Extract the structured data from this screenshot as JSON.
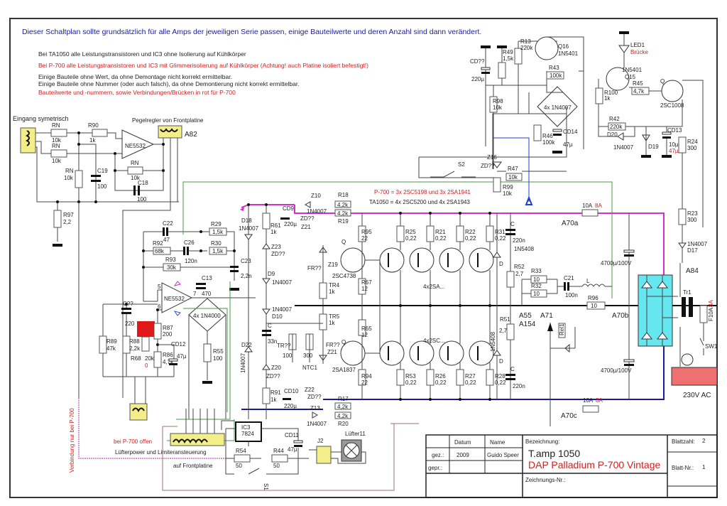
{
  "header": {
    "intro": "Dieser Schaltplan sollte grundsätzlich für alle Amps der jeweiligen Serie passen, einige Bauteilwerte und deren Anzahl sind dann verändert.",
    "notes": [
      {
        "text": "Bei TA1050 alle Leistungstransistoren und IC3 ohne Isolierung auf Kühlkörper",
        "color": "#222222"
      },
      {
        "text": "Bei P-700 alle Leistungstransistoren und IC3 mit Glimmerisolierung auf Kühlkörper (Achtung! auch Platine isoliert befestigt!)",
        "color": "#d02020"
      },
      {
        "text": "Einige Bauteile ohne Wert, da ohne Demontage nicht korrekt ermittelbar.",
        "color": "#222222"
      },
      {
        "text": "Einige Bauteile ohne Nummer (oder auch falsch), da ohne Demontierung nicht korrekt ermittelbar.",
        "color": "#222222"
      },
      {
        "text": "Bauteilwerte und -nummern, sowie Verbindungen/Brücken in rot für P-700",
        "color": "#d02020"
      }
    ]
  },
  "labels": {
    "input": "Eingang symetrisch",
    "level": "Pegelregler von Frontplatine",
    "a82": "A82",
    "transistors_p700": "P-700 = 3x 2SC5198 und 3x 2SA1941",
    "transistors_ta1050": "TA1050 = 4x 2SC5200 und 4x 2SA1943",
    "upper_array": "4x2SA...",
    "lower_array": "4x2SC...",
    "p700_open": "bei P-700 offen",
    "fan_limiter": "Lüfterpower und Limiteransteuerung",
    "front_board": "auf Frontplatine",
    "p700_only": "Verbindung nur bei P-700",
    "mains": "230V AC",
    "fan": "Lüfter11",
    "a70a": "A70a",
    "a70b": "A70b",
    "a70c": "A70c",
    "a55": "A55",
    "a154": "A154",
    "a71": "A71",
    "a84": "A84",
    "fuse_a": "10A",
    "fuse_a_p700": "8A",
    "fuse_c": "10A",
    "fuse_c_p700": "8A",
    "fuse_main": "F10A",
    "fuse_main_p700": "8A",
    "cap_big_1": "4700µ/100V",
    "cap_big_2": "4700µ/100V",
    "tr1": "Tr1",
    "sw1": "SW1",
    "rel1": "Rel1"
  },
  "components": {
    "rn1": [
      "RN",
      "10k"
    ],
    "rn2": [
      "RN",
      "10k"
    ],
    "rn3": [
      "RN",
      "10k"
    ],
    "rn4": [
      "RN",
      "10k"
    ],
    "r90": [
      "R90",
      "1k"
    ],
    "c19": [
      "C19",
      "100"
    ],
    "c18": [
      "C18",
      "100"
    ],
    "r97": [
      "R97",
      "2,2"
    ],
    "ic1": "NE5532",
    "ic2": "NE5532",
    "c22": [
      "C22",
      "47"
    ],
    "r92": [
      "R92",
      "68k"
    ],
    "c26": [
      "C26",
      "120n"
    ],
    "r93": [
      "R93",
      "30k"
    ],
    "r29": [
      "R29",
      "1,5k"
    ],
    "r30": [
      "R30",
      "1,5k"
    ],
    "c23": [
      "C23",
      "2,2n"
    ],
    "c13": [
      "C13",
      "470"
    ],
    "bridge1": "4x 1N4000",
    "r55": [
      "R55",
      "100"
    ],
    "cqq": [
      "C??",
      "220"
    ],
    "r89": [
      "R89",
      "47k"
    ],
    "r88": [
      "R88",
      "2,2k"
    ],
    "r68": [
      "R68",
      "20k",
      "0"
    ],
    "r87": [
      "R87",
      "200"
    ],
    "r86": [
      "R86",
      "4,7k"
    ],
    "cd12": [
      "CD12",
      "47µ"
    ],
    "d18": [
      "D18",
      "1N4007"
    ],
    "d22": [
      "D22",
      "1N4007"
    ],
    "r61": [
      "R61",
      "1k"
    ],
    "cd9": [
      "CD9",
      "220µ"
    ],
    "z21a": [
      "Z21",
      "ZD??"
    ],
    "z10": [
      "Z10",
      "1N4007"
    ],
    "r18": [
      "R18",
      "4,2k"
    ],
    "r19": [
      "R19",
      "4,2k"
    ],
    "z23": [
      "Z23",
      "ZD??"
    ],
    "d9": [
      "D9",
      "1N4007"
    ],
    "d10": [
      "D10",
      "1N4007"
    ],
    "c33": [
      "C",
      "33n"
    ],
    "z19": [
      "Z19",
      "FR??"
    ],
    "tr4": [
      "TR4",
      "1k"
    ],
    "tr5": [
      "TR5",
      "1k"
    ],
    "trqq": [
      "TR??",
      "100"
    ],
    "ntc1": [
      "NTC1",
      "300"
    ],
    "z21b": [
      "Z21",
      "FR??"
    ],
    "z20": [
      "Z20",
      "ZD??"
    ],
    "r91": [
      "R91",
      "1k"
    ],
    "cd10": [
      "CD10",
      "220µ"
    ],
    "z22": [
      "Z22",
      "ZD??"
    ],
    "z13": [
      "Z13",
      "1N4007"
    ],
    "r17": [
      "R17",
      "4,2k"
    ],
    "r20": [
      "R20",
      "4,2k"
    ],
    "q_drv_n": [
      "Q",
      "2SC4738"
    ],
    "q_drv_p": [
      "Q",
      "2SA1837"
    ],
    "r95": [
      "R95",
      "22"
    ],
    "r67": [
      "R67",
      "12"
    ],
    "r65": [
      "R65",
      "12"
    ],
    "r94": [
      "R94",
      "22"
    ],
    "r25": [
      "R25",
      "0,22"
    ],
    "r21": [
      "R21",
      "0,22"
    ],
    "r22": [
      "R22",
      "0,22"
    ],
    "r31": [
      "R31",
      "0,22"
    ],
    "r53": [
      "R53",
      "0,22"
    ],
    "r26": [
      "R26",
      "0,22"
    ],
    "r27": [
      "R27",
      "0,22"
    ],
    "r28": [
      "R28",
      "0,22"
    ],
    "r99": [
      "R99",
      "10k"
    ],
    "r52": [
      "R52",
      "2,7"
    ],
    "r51": [
      "R51",
      "2,7"
    ],
    "d_1n5408_a": [
      "D",
      "1N5408"
    ],
    "d_1n5408_b": [
      "D",
      "1N5408"
    ],
    "c_220n_a": [
      "C",
      "220n"
    ],
    "c_220n_b": [
      "C",
      "220n"
    ],
    "r33": [
      "R33",
      "10"
    ],
    "r32": [
      "R32",
      "10"
    ],
    "c21": [
      "C21",
      "100n"
    ],
    "l": "L",
    "r96": [
      "R96",
      "10"
    ],
    "r13": [
      "R13",
      "220k"
    ],
    "r49": [
      "R49",
      "1,5k"
    ],
    "cdqq": [
      "CD??",
      "220µ"
    ],
    "q16": [
      "Q16",
      "1N5401"
    ],
    "r43": [
      "R43",
      "100k"
    ],
    "bridge2": "4x 1N4007",
    "r98": [
      "R98",
      "10k"
    ],
    "r46": [
      "R46",
      "100k"
    ],
    "cd14": [
      "CD14",
      "47µ"
    ],
    "z16": [
      "Z16",
      "ZD??"
    ],
    "r47": [
      "R47",
      "10k"
    ],
    "s2": "S2",
    "led1": [
      "LED1",
      "Brücke"
    ],
    "q15": [
      "Q15",
      "1N5401"
    ],
    "r100": [
      "R100",
      "1k"
    ],
    "r45": [
      "R45",
      "4,7k"
    ],
    "q_2sc1008": [
      "Q",
      "2SC1008"
    ],
    "r42": [
      "R42",
      "220k"
    ],
    "d20": [
      "D20",
      "1N4007"
    ],
    "d19": "D19",
    "cd13": [
      "CD13",
      "10µ",
      "47µ"
    ],
    "r24": [
      "R24",
      "300"
    ],
    "r23": [
      "R23",
      "300"
    ],
    "d17": [
      "D17",
      "1N4007"
    ],
    "ic3": [
      "IC3",
      "7824"
    ],
    "cd11": [
      "CD11",
      "47µ"
    ],
    "r54": [
      "R54",
      "50"
    ],
    "r44": [
      "R44",
      "50"
    ],
    "s1": "S1",
    "j2": "J2"
  },
  "title_block": {
    "col_datum": "Datum",
    "col_name": "Name",
    "row_gez": "gez.:",
    "row_gepr": "gepr.:",
    "gez_datum": "2009",
    "gez_name": "Guido Speer",
    "bezeichnung_label": "Bezeichnung:",
    "title": "T.amp 1050",
    "subtitle": "DAP Palladium P-700 Vintage",
    "zeichnungs_nr_label": "Zeichnungs-Nr.:",
    "blattzahl_label": "Blattzahl:",
    "blattzahl": "2",
    "blatt_nr_label": "Blatt-Nr.:",
    "blatt_nr": "1"
  },
  "colors": {
    "accent_blue": "#1a1aa8",
    "p700_red": "#d02020",
    "positive_rail": "#d030d0",
    "negative_rail": "#1a1a9a",
    "connector_yellow": "#f4ee88",
    "rectifier_cyan": "#66e6ee",
    "mains_red": "#ee7070"
  }
}
